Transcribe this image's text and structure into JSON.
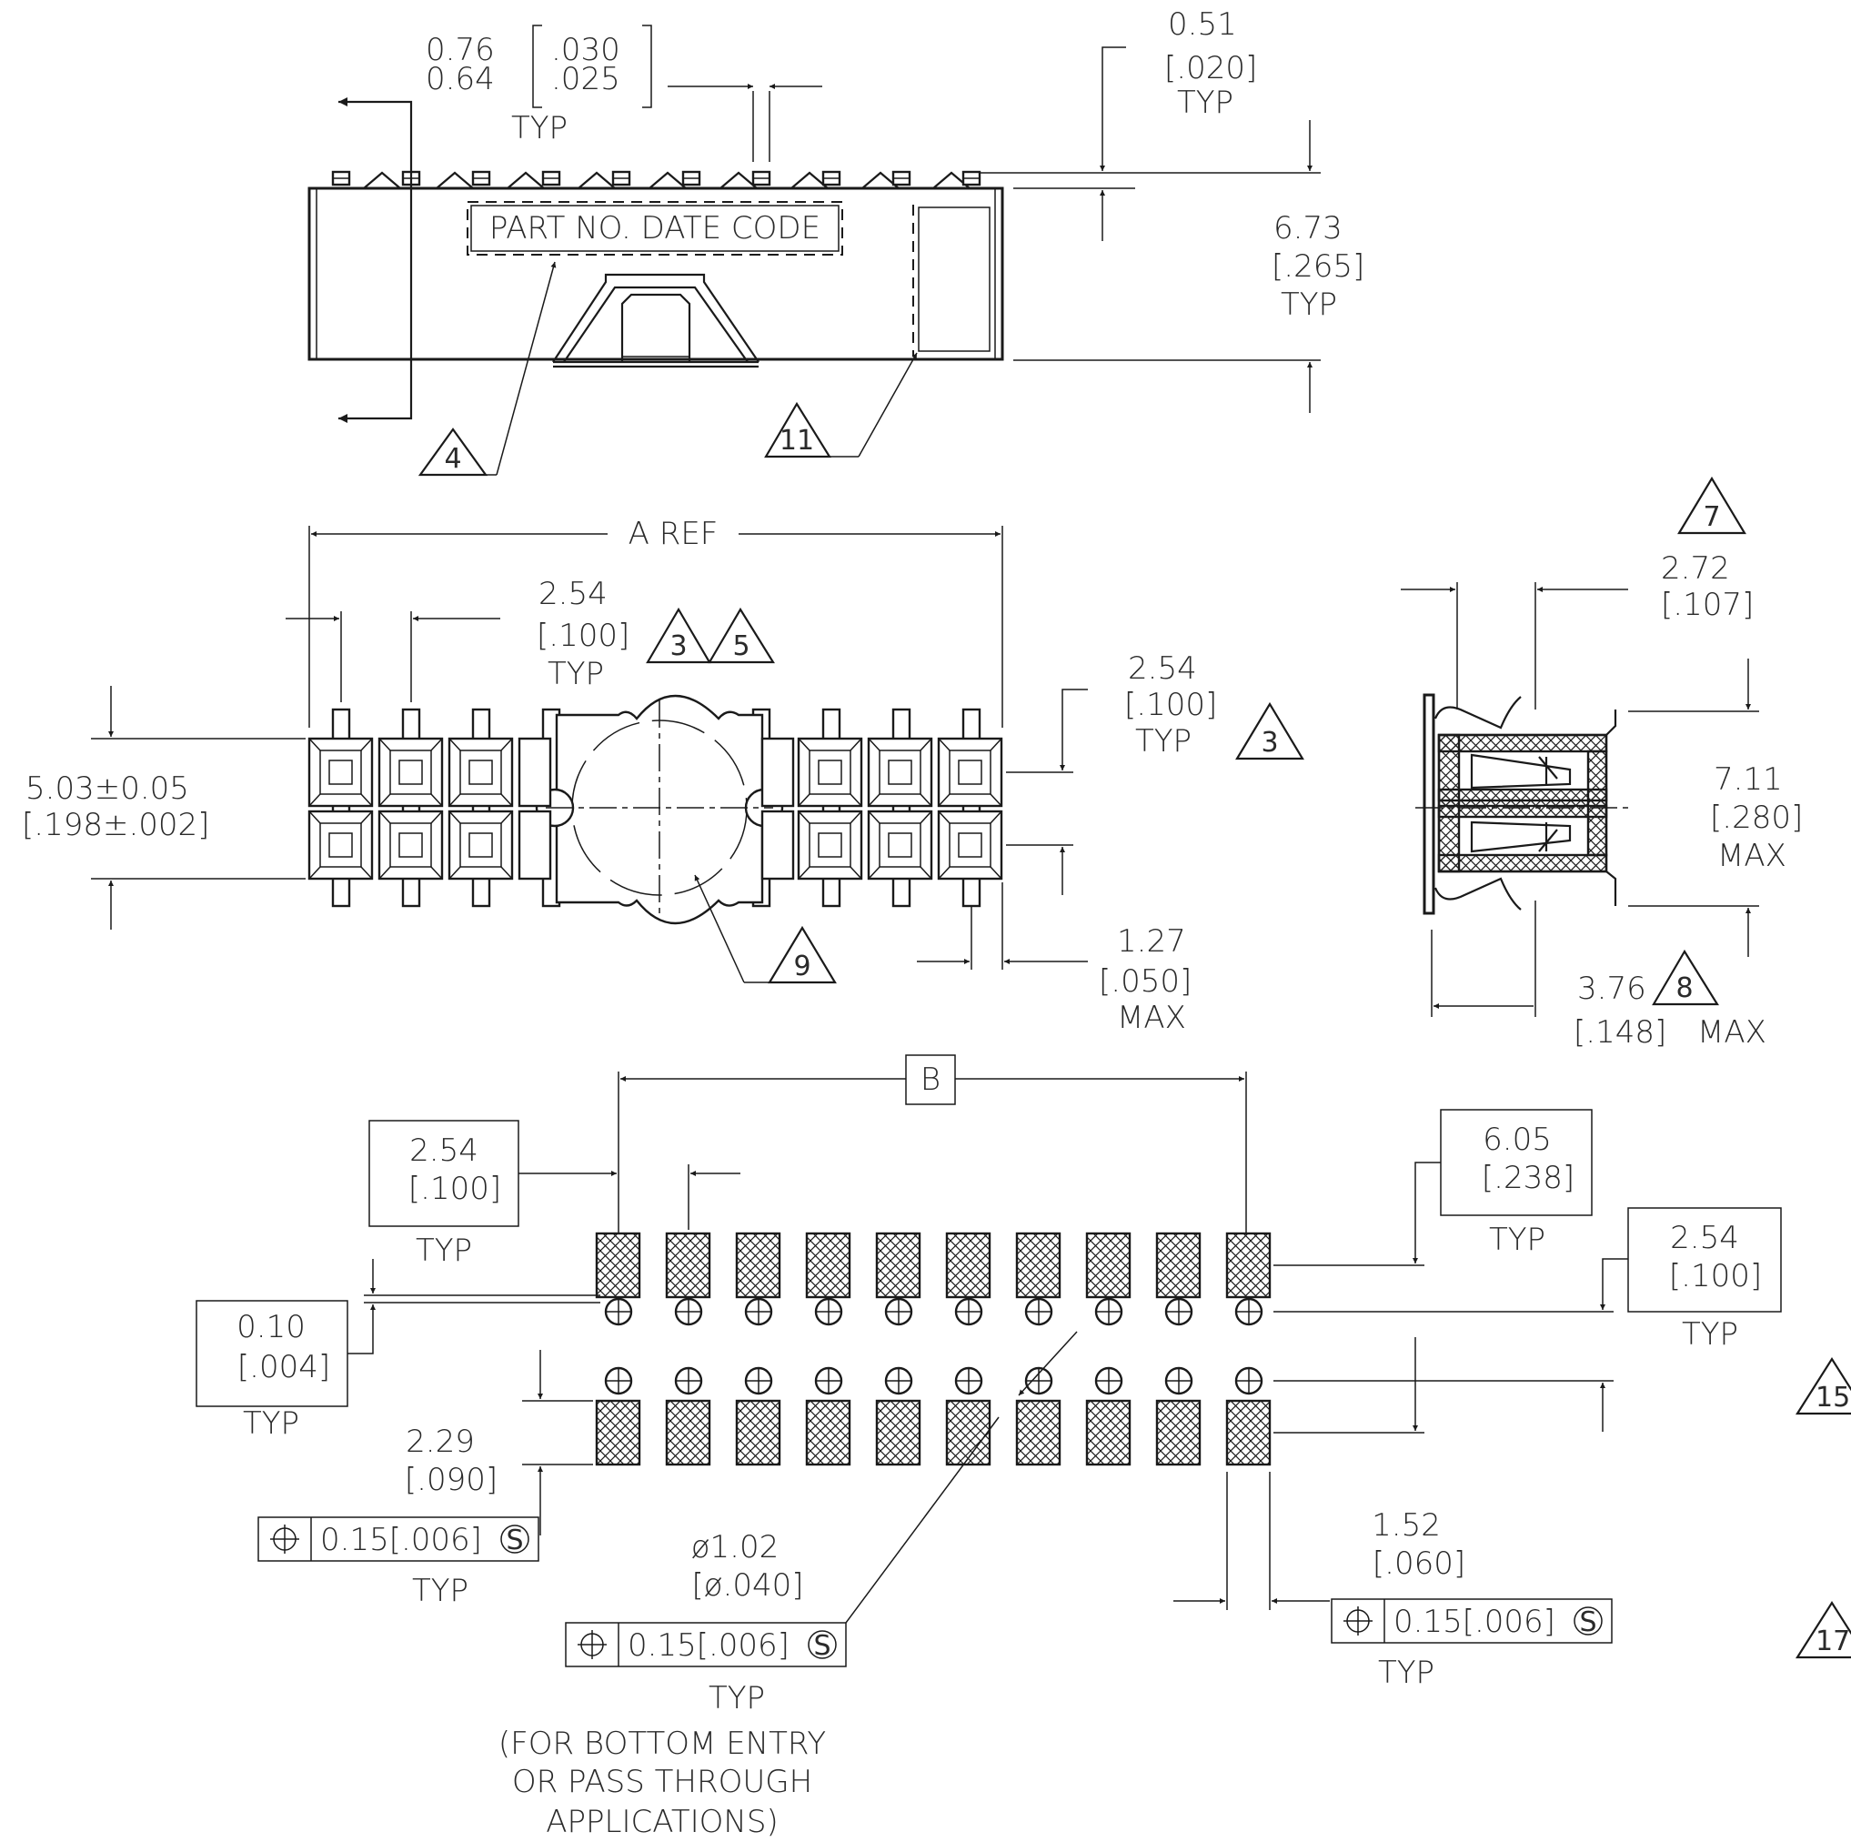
{
  "top_view": {
    "pin_thk_mm": "0.76",
    "pin_thk_mm_min": "0.64",
    "pin_thk_in": ".030",
    "pin_thk_in_min": ".025",
    "pin_thk_note": "TYP",
    "marking": "PART NO. DATE CODE",
    "lead_proj_mm": "0.51",
    "lead_proj_in": "[.020]",
    "lead_proj_note": "TYP",
    "height_mm": "6.73",
    "height_in": "[.265]",
    "height_note": "TYP",
    "callout_4": "4",
    "callout_11": "11"
  },
  "plan_view": {
    "a_ref": "A REF",
    "pitch_mm": "2.54",
    "pitch_in": "[.100]",
    "pitch_note": "TYP",
    "callout_3": "3",
    "callout_5": "5",
    "width_mm": "5.03±0.05",
    "width_in": "[.198±.002]",
    "row_pitch_mm": "2.54",
    "row_pitch_in": "[.100]",
    "row_pitch_note": "TYP",
    "callout_3b": "3",
    "lead_ext_mm": "1.27",
    "lead_ext_in": "[.050]",
    "lead_ext_note": "MAX",
    "callout_9": "9"
  },
  "side_view": {
    "callout_7": "7",
    "offset_mm": "2.72",
    "offset_in": "[.107]",
    "height_mm": "7.11",
    "height_in": "[.280]",
    "height_note": "MAX",
    "depth_mm": "3.76",
    "depth_in": "[.148]",
    "depth_note": "MAX",
    "callout_8": "8"
  },
  "footprint": {
    "b_label": "B",
    "pad_pitch_mm": "2.54",
    "pad_pitch_in": "[.100]",
    "pad_pitch_note": "TYP",
    "pad_gap_mm": "0.10",
    "pad_gap_in": "[.004]",
    "pad_gap_note": "TYP",
    "pad_len_mm": "2.29",
    "pad_len_in": "[.090]",
    "tol_value": "0.15[.006]",
    "tol_note": "TYP",
    "hole_dia_mm": "ø1.02",
    "hole_dia_in": "[ø.040]",
    "hole_tol_value": "0.15[.006]",
    "hole_tol_note": "TYP",
    "hole_note_1": "(FOR BOTTOM ENTRY",
    "hole_note_2": "OR PASS THROUGH",
    "hole_note_3": "APPLICATIONS)",
    "pad_span_mm": "6.05",
    "pad_span_in": "[.238]",
    "pad_span_note": "TYP",
    "hole_pitch_mm": "2.54",
    "hole_pitch_in": "[.100]",
    "hole_pitch_note": "TYP",
    "pad_w_mm": "1.52",
    "pad_w_in": "[.060]",
    "pad_w_tol": "0.15[.006]",
    "pad_w_note": "TYP",
    "callout_15": "15",
    "callout_17": "17"
  }
}
